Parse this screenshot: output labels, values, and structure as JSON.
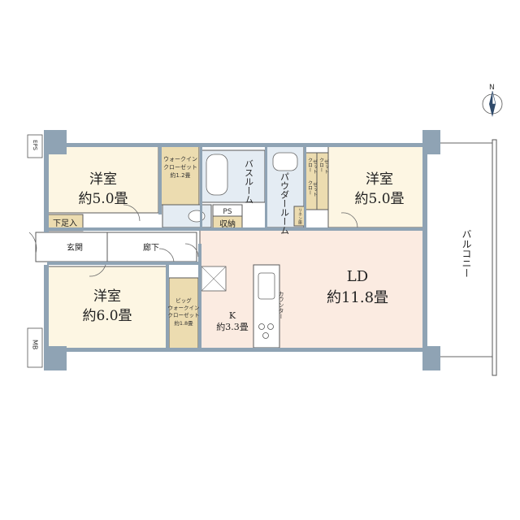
{
  "colors": {
    "wall": "#8fa3b4",
    "room_beige": "#fdf6e3",
    "closet_tan": "#ecdcb0",
    "ld_pink": "#fbebe1",
    "wet_area": "#e4ecf3",
    "outline": "#5a5a5a"
  },
  "compass": {
    "north_label": "N"
  },
  "rooms": {
    "west_top": {
      "name": "洋室",
      "size": "約5.0畳"
    },
    "west_bottom": {
      "name": "洋室",
      "size": "約6.0畳"
    },
    "east_top": {
      "name": "洋室",
      "size": "約5.0畳"
    },
    "ld": {
      "name": "LD",
      "size": "約11.8畳"
    },
    "kitchen": {
      "name": "K",
      "size": "約3.3畳"
    }
  },
  "closets": {
    "walk_in": {
      "line1": "ウォークイン",
      "line2": "クローゼット",
      "line3": "約1.2畳"
    },
    "big_walk_in": {
      "line1": "ビッグ",
      "line2": "ウォークイン",
      "line3": "クローゼット",
      "line4": "約1.8畳"
    },
    "closet_a": {
      "line1": "クロー",
      "line2": "ゼット"
    },
    "closet_b": {
      "line1": "クロー",
      "line2": "ゼット"
    },
    "closet_c": {
      "line1": "クロー",
      "line2": "ゼット"
    },
    "linen": "リネン庫"
  },
  "labels": {
    "bath": "バスルーム",
    "powder": "パウダールーム",
    "ps": "PS",
    "storage": "収納",
    "shoe_storage": "下足入",
    "entrance": "玄関",
    "hallway": "廊下",
    "counter": "カウンター",
    "balcony": "バルコニー",
    "eps": "EPS",
    "mb": "MB"
  }
}
